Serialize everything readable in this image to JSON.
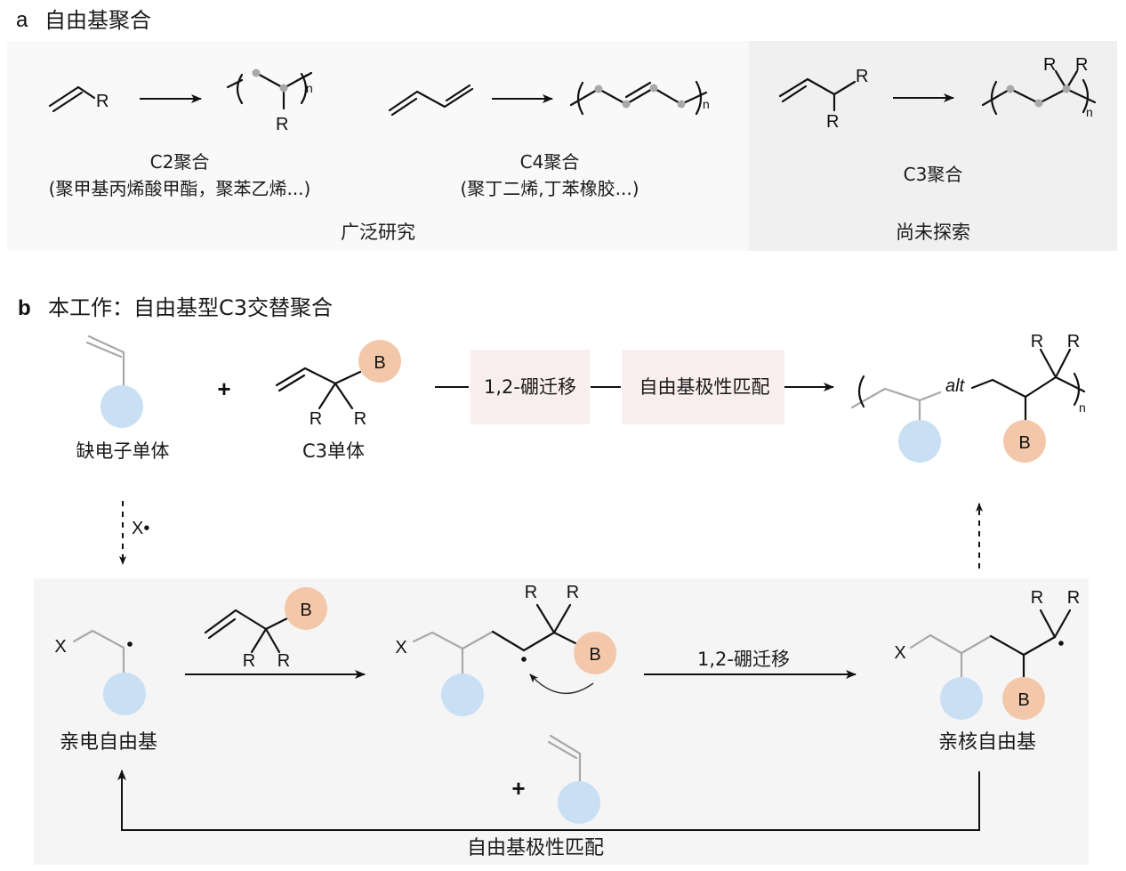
{
  "colors": {
    "panel_light": "#f9f9f9",
    "panel_gray": "#f0f0f0",
    "cycle_bg": "#f5f5f5",
    "step_box": "#f8eeee",
    "blue_group": "#c9dff4",
    "orange_group": "#f3c8aa",
    "backbone_dot": "#a9a9a9"
  },
  "panel_a": {
    "letter": "a",
    "title": "自由基聚合",
    "c2": {
      "monomer_substituent": "R",
      "polymer_substituent": "R",
      "repeat": "n",
      "name": "C2聚合",
      "examples": "(聚甲基丙烯酸甲酯，聚苯乙烯...)"
    },
    "c4": {
      "repeat": "n",
      "name": "C4聚合",
      "examples": "(聚丁二烯,丁苯橡胶...)"
    },
    "studied_label": "广泛研究",
    "c3": {
      "monomer_substituents": [
        "R",
        "R"
      ],
      "polymer_substituents": [
        "R",
        "R"
      ],
      "repeat": "n",
      "name": "C3聚合"
    },
    "unexplored_label": "尚未探索"
  },
  "panel_b": {
    "letter": "b",
    "title": "本工作：自由基型C3交替聚合",
    "monomer1_label": "缺电子单体",
    "plus": "+",
    "monomer2": {
      "group": "B",
      "substituents": [
        "R",
        "R"
      ],
      "label": "C3单体"
    },
    "step1": "1,2-硼迁移",
    "step2": "自由基极性匹配",
    "product": {
      "alt": "alt",
      "group": "B",
      "substituents": [
        "R",
        "R"
      ],
      "repeat": "n"
    },
    "initiator": "X•",
    "cycle": {
      "radical1": {
        "end_group": "X",
        "label": "亲电自由基"
      },
      "reagent": {
        "group": "B",
        "substituents": [
          "R",
          "R"
        ]
      },
      "intermediate": {
        "end_group": "X",
        "group": "B",
        "substituents": [
          "R",
          "R"
        ]
      },
      "migration_label": "1,2-硼迁移",
      "radical2": {
        "end_group": "X",
        "group": "B",
        "substituents": [
          "R",
          "R"
        ],
        "label": "亲核自由基"
      },
      "plus": "+",
      "bottom_label": "自由基极性匹配"
    }
  }
}
